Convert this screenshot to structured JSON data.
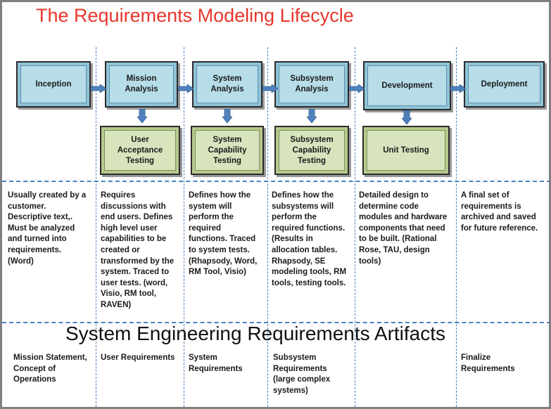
{
  "title": "The Requirements Modeling Lifecycle",
  "colors": {
    "title": "#e8362b",
    "phase_box": "#b6dde8",
    "test_box": "#d7e4bd",
    "arrow": "#4f81bd",
    "divider": "#4f81bd"
  },
  "phases": [
    {
      "label": "Inception"
    },
    {
      "label": "Mission\nAnalysis"
    },
    {
      "label": "System\nAnalysis"
    },
    {
      "label": "Subsystem\nAnalysis"
    },
    {
      "label": "Development"
    },
    {
      "label": "Deployment"
    }
  ],
  "tests": [
    {
      "label": "User\nAcceptance\nTesting"
    },
    {
      "label": "System\nCapability\nTesting"
    },
    {
      "label": "Subsystem\nCapability\nTesting"
    },
    {
      "label": "Unit Testing"
    }
  ],
  "descriptions": [
    "Usually created by a\ncustomer.\nDescriptive text,.\nMust be analyzed\nand turned into\nrequirements.\n(Word)",
    "Requires\ndiscussions with\nend users.  Defines\nhigh level user\ncapabilities  to be\ncreated or\ntransformed by the\nsystem.  Traced to\nuser tests. (word,\nVisio, RM tool,\nRAVEN)",
    "Defines how the\nsystem will\nperform the\nrequired\nfunctions.  Traced\nto system tests.\n(Rhapsody, Word,\nRM Tool, Visio)",
    "Defines how the\nsubsystems will\nperform the\nrequired functions.\n(Results in\nallocation tables.\nRhapsody, SE\nmodeling tools, RM\ntools, testing tools.",
    "Detailed design to\ndetermine code\nmodules and hardware\ncomponents that need\nto be built. (Rational\nRose, TAU, design\ntools)",
    "A final set of\nrequirements is\narchived and saved\nfor future reference."
  ],
  "banner": "System Engineering Requirements Artifacts",
  "artifacts": [
    "Mission Statement,\nConcept of\nOperations",
    "User Requirements",
    "System\nRequirements",
    "Subsystem\nRequirements\n(large complex\nsystems)",
    "",
    "Finalize\nRequirements"
  ]
}
